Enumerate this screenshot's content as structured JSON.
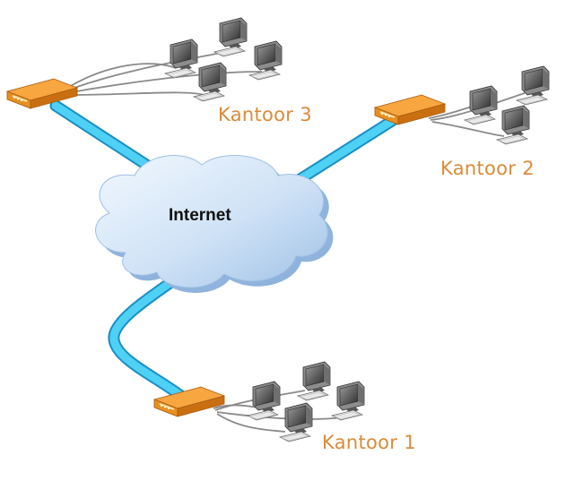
{
  "cloud": {
    "label": "Internet"
  },
  "offices": [
    {
      "id": "kantoor-3",
      "label": "Kantoor 3",
      "computers": 4
    },
    {
      "id": "kantoor-2",
      "label": "Kantoor 2",
      "computers": 3
    },
    {
      "id": "kantoor-1",
      "label": "Kantoor 1",
      "computers": 4
    }
  ],
  "colors": {
    "link": "#35c3ee",
    "router": "#f0921f",
    "label": "#d98b3a",
    "cloud_light": "#e6f1fc",
    "cloud_dark": "#a9c8ea"
  },
  "icons": [
    "cloud-icon",
    "router-icon",
    "computer-icon"
  ]
}
